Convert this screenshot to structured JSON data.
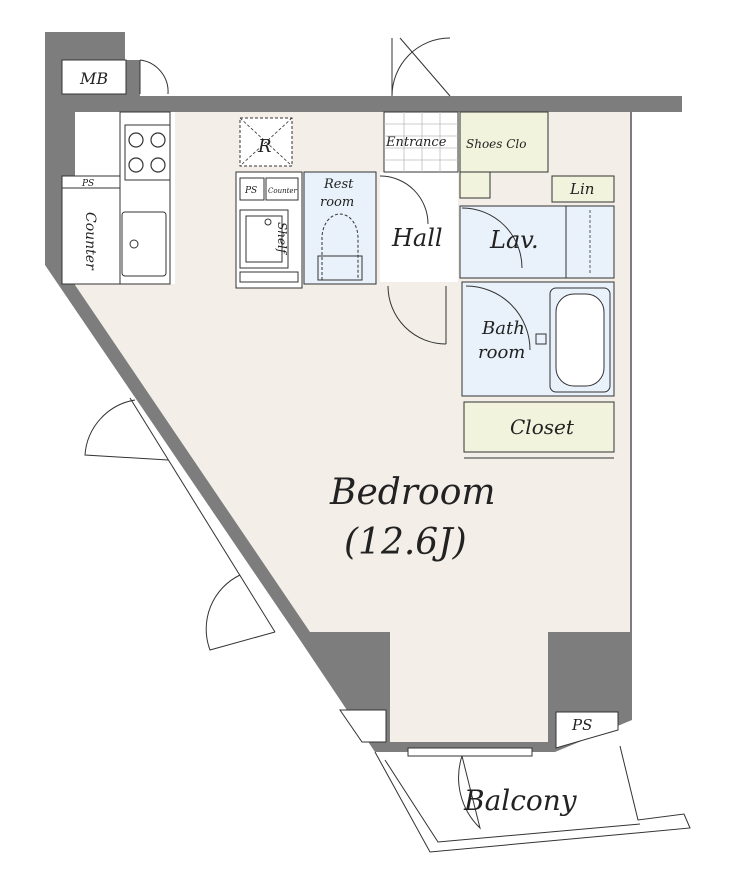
{
  "labels": {
    "mb": "MB",
    "ps_kitchen": "PS",
    "ps_unit": "PS",
    "counter_unit": "Counter",
    "counter_kitchen": "Counter",
    "fridge": "R",
    "shelf": "Shelf",
    "restroom_1": "Rest",
    "restroom_2": "room",
    "entrance": "Entrance",
    "shoes_clo": "Shoes Clo",
    "lin": "Lin",
    "hall": "Hall",
    "lav": "Lav.",
    "bathroom_1": "Bath",
    "bathroom_2": "room",
    "closet": "Closet",
    "bedroom": "Bedroom",
    "bedroom_size": "(12.6J)",
    "ps_corner": "PS",
    "balcony": "Balcony"
  },
  "colors": {
    "wall": "#7d7d7d",
    "floor_living": "#f3efe8",
    "floor_wet": "#e9f2fa",
    "storage": "#f1f3dc",
    "line": "#333333",
    "white": "#ffffff"
  }
}
